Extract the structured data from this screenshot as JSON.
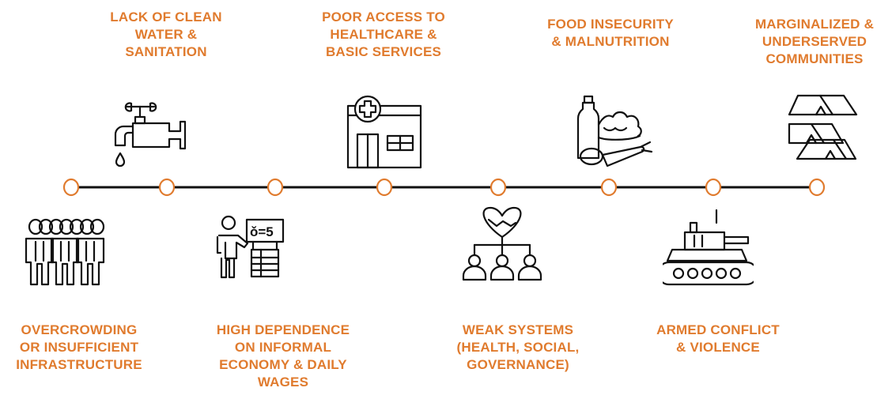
{
  "labels": {
    "lack_water": [
      "LACK OF CLEAN",
      "WATER &",
      "SANITATION"
    ],
    "poor_access": [
      "POOR ACCESS TO",
      "HEALTHCARE &",
      "BASIC SERVICES"
    ],
    "food_insecurity": [
      "FOOD INSECURITY",
      "& MALNUTRITION"
    ],
    "marginalized": [
      "MARGINALIZED &",
      "UNDERSERVED",
      "COMMUNITIES"
    ],
    "overcrowding": [
      "OVERCROWDING",
      "OR INSUFFICIENT",
      "INFRASTRUCTURE"
    ],
    "informal_economy": [
      "HIGH DEPENDENCE",
      "ON INFORMAL",
      "ECONOMY & DAILY",
      "WAGES"
    ],
    "weak_systems": [
      "WEAK SYSTEMS",
      "(HEALTH, SOCIAL,",
      "GOVERNANCE)"
    ],
    "armed_conflict": [
      "ARMED CONFLICT",
      "& VIOLENCE"
    ]
  },
  "board_text": "ǒ=5",
  "colors": {
    "accent": "#E07B2E",
    "line": "#111111"
  },
  "icons": [
    "crowd-icon",
    "faucet-icon",
    "teacher-board-icon",
    "hospital-icon",
    "handshake-network-icon",
    "food-basket-icon",
    "tank-icon",
    "tents-icon"
  ]
}
